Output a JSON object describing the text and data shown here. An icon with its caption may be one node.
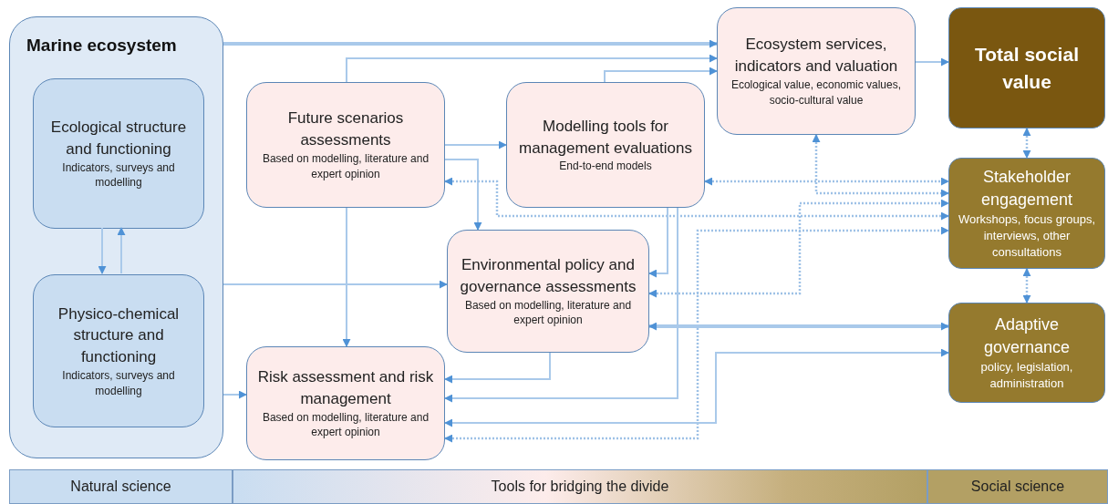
{
  "diagram": {
    "nodes": [
      {
        "text": [
          "Marine ecosystem"
        ]
      },
      {
        "text": [
          "Ecological structure and functioning",
          "Indicators, surveys and modelling"
        ],
        "in": 0
      },
      {
        "text": [
          "Physico-chemical structure and functioning",
          "Indicators, surveys and modelling"
        ],
        "in": 0
      },
      {
        "text": [
          "Future scenarios assessments",
          "Based on modelling, literature and expert opinion"
        ]
      },
      {
        "text": [
          "Modelling tools for management evaluations",
          "End-to-end models"
        ]
      },
      {
        "text": [
          "Ecosystem services, indicators and valuation",
          "Ecological value, economic values, socio-cultural value"
        ]
      },
      {
        "text": [
          "Total social value"
        ]
      },
      {
        "text": [
          "Environmental policy and governance assessments",
          "Based on modelling, literature and expert opinion"
        ]
      },
      {
        "text": [
          "Stakeholder engagement",
          "Workshops, focus groups, interviews, other consultations"
        ]
      },
      {
        "text": [
          "Risk assessment and risk management",
          "Based on modelling, literature and expert opinion"
        ]
      },
      {
        "text": [
          "Adaptive governance",
          "policy, legislation, administration"
        ]
      }
    ],
    "edges": [
      {
        "from": 0,
        "to": 5,
        "arrow": "to",
        "style": "thick"
      },
      {
        "from": 3,
        "to": 5,
        "arrow": "to"
      },
      {
        "from": 4,
        "to": 5,
        "arrow": "to"
      },
      {
        "from": 5,
        "to": 6,
        "arrow": "to"
      },
      {
        "from": 6,
        "to": 8,
        "arrow": "both",
        "style": "dashed"
      },
      {
        "from": 8,
        "to": 10,
        "arrow": "both",
        "style": "dashed"
      },
      {
        "from": 1,
        "to": 2,
        "arrow": "to"
      },
      {
        "from": 2,
        "to": 1,
        "arrow": "to"
      },
      {
        "from": 3,
        "to": 4,
        "arrow": "to"
      },
      {
        "from": 3,
        "to": 7,
        "arrow": "to"
      },
      {
        "from": 3,
        "to": 9,
        "arrow": "to"
      },
      {
        "from": 3,
        "to": 8,
        "arrow": "both",
        "style": "dashed"
      },
      {
        "from": 4,
        "to": 8,
        "arrow": "both",
        "style": "dashed"
      },
      {
        "from": 5,
        "to": 8,
        "arrow": "both",
        "style": "dashed"
      },
      {
        "from": 7,
        "to": 8,
        "arrow": "both",
        "style": "dashed"
      },
      {
        "from": 9,
        "to": 8,
        "arrow": "both",
        "style": "dashed"
      },
      {
        "from": 4,
        "to": 7,
        "arrow": "to"
      },
      {
        "from": 4,
        "to": 9,
        "arrow": "to"
      },
      {
        "from": 7,
        "to": 9,
        "arrow": "to"
      },
      {
        "from": 7,
        "to": 10,
        "arrow": "both",
        "style": "thick"
      },
      {
        "from": 9,
        "to": 10,
        "arrow": "both"
      },
      {
        "from": 0,
        "to": 7,
        "arrow": "to"
      },
      {
        "from": 0,
        "to": 9,
        "arrow": "to"
      }
    ],
    "labels": [
      "Natural science",
      "Tools for bridging the divide",
      "Social science"
    ]
  }
}
